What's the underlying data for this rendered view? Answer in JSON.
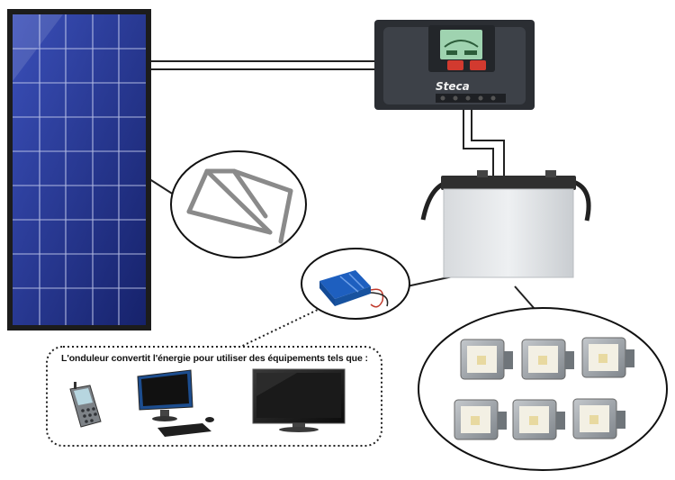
{
  "controller": {
    "brand": "Steca"
  },
  "caption": {
    "text": "L'onduleur convertit l'énergie pour utiliser des équipements tels que :"
  },
  "components": {
    "solar_panel": "solar-panel",
    "charge_controller": "charge-controller",
    "battery": "battery",
    "mounting_frame": "mounting-frame",
    "inverter": "inverter",
    "floodlights_count": 6,
    "equipment": [
      "mobile-phone",
      "desktop-computer",
      "flat-screen-tv"
    ]
  },
  "colors": {
    "panel_cell": "#1f2f8c",
    "panel_frame": "#2a2a2a",
    "controller_body": "#3b3f45",
    "controller_screen": "#9fd3b0",
    "controller_button": "#d23a2f",
    "battery_body": "#e6e8ea",
    "battery_lid": "#333333",
    "inverter_blue": "#1e5fbf",
    "lamp_body": "#9ea3a8",
    "lamp_lens": "#f3f0e4"
  }
}
